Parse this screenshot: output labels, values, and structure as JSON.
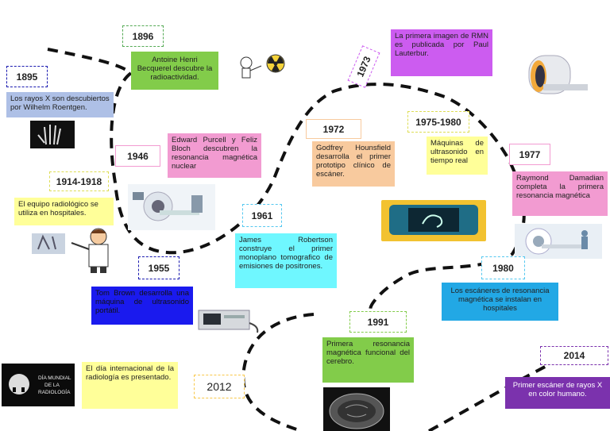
{
  "events": [
    {
      "year": "1895",
      "text": "Los rayos X son descubiertos por Wilhelm Roentgen."
    },
    {
      "year": "1896",
      "text": "Antoine Henri Becquerel descubre la radioactividad."
    },
    {
      "year": "1946",
      "text": "Edward Purcell y Feliz Bloch descubren la resonancia magnética nuclear"
    },
    {
      "year": "1914-1918",
      "text": "El equipo radiológico se utiliza en hospitales."
    },
    {
      "year": "1955",
      "text": "Tom Brown desarrolla una máquina de ultrasonido portátil."
    },
    {
      "year": "1961",
      "text": "James Robertson construye el primer monoplano tomografico de emisiones de positrones."
    },
    {
      "year": "1972",
      "text": "Godfrey Hounsfield desarrolla el primer prototipo clínico de escáner."
    },
    {
      "year": "1973",
      "text": "La primera imagen de RMN es publicada por Paul Lauterbur."
    },
    {
      "year": "1975-1980",
      "text": "Máquinas de ultrasonido en tiempo real"
    },
    {
      "year": "1977",
      "text": "Raymond Damadian completa la primera resonancia magnética"
    },
    {
      "year": "1980",
      "text": "Los escáneres de resonancia magnética se instalan en hospitales"
    },
    {
      "year": "1991",
      "text": "Primera resonancia magnética funcional del cerebro."
    },
    {
      "year": "2012",
      "text": "El día internacional de la radiología es presentado."
    },
    {
      "year": "2014",
      "text": "Primer escáner de rayos X en color humano."
    }
  ],
  "logo": {
    "lines": [
      "DÍA MUNDIAL",
      "DE LA",
      "RADIOLOGÍA"
    ]
  },
  "colors": {
    "green": "#82cc4a",
    "blue_light": "#aec0e6",
    "pink": "#f29bd1",
    "yellow": "#ffff99",
    "navy": "#1a1aee",
    "cyan": "#6ff7ff",
    "peach": "#f8ca9e",
    "violet": "#cc5cf0",
    "sky": "#22a8e5",
    "purple": "#7b32ad"
  }
}
